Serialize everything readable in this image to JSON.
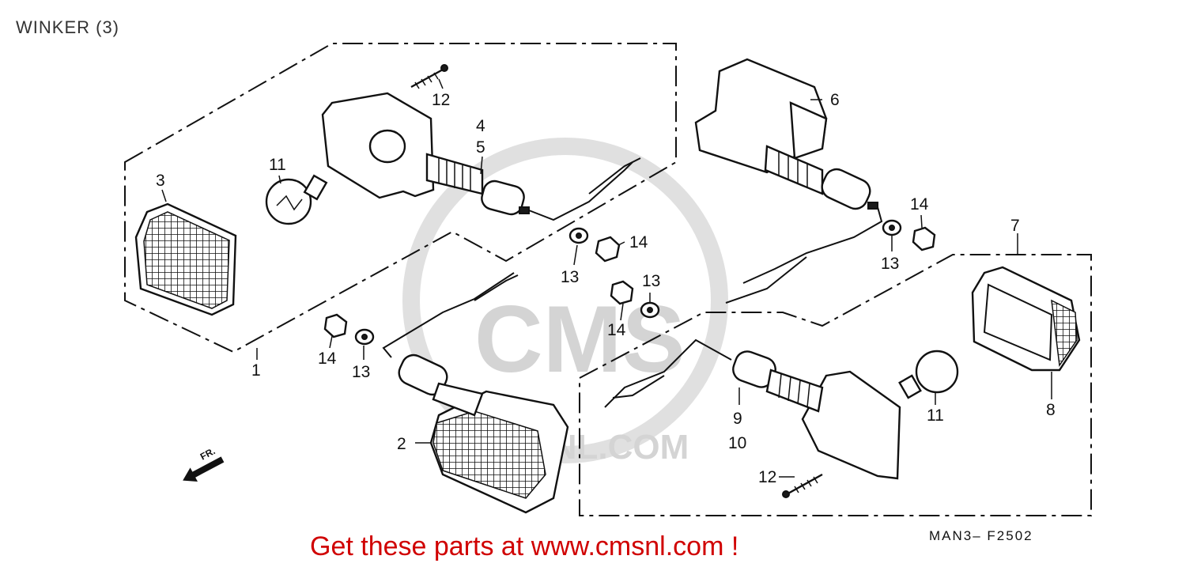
{
  "title": "WINKER (3)",
  "watermark": {
    "brand": "CMS",
    "url": "CMSNL.COM"
  },
  "direction_label": "FR.",
  "diagram_code": "MAN3– F2502",
  "promo": "Get these parts at www.cmsnl.com !",
  "callouts": {
    "c1": "1",
    "c2": "2",
    "c3": "3",
    "c4": "4",
    "c5": "5",
    "c6": "6",
    "c7": "7",
    "c8": "8",
    "c9": "9",
    "c10": "10",
    "c11a": "11",
    "c11b": "11",
    "c12a": "12",
    "c12b": "12",
    "c13a": "13",
    "c13b": "13",
    "c13c": "13",
    "c13d": "13",
    "c14a": "14",
    "c14b": "14",
    "c14c": "14",
    "c14d": "14"
  },
  "colors": {
    "promo": "#d00000",
    "linework": "#111111",
    "watermark": "#d0d0d0"
  }
}
